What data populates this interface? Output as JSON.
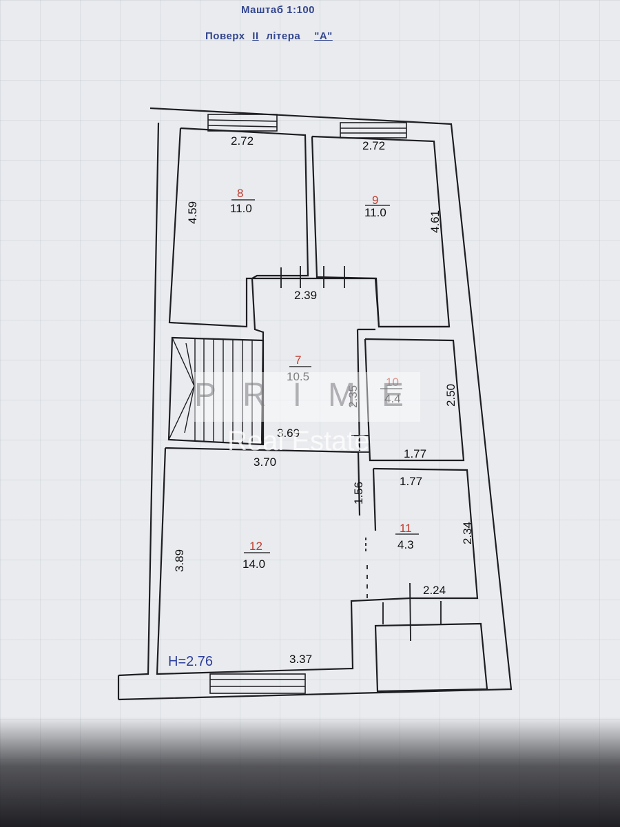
{
  "header": {
    "scale": "Маштаб 1:100",
    "floor_word": "Поверх",
    "floor_value": "II",
    "letter_word": "літера",
    "letter_value": "\"А\""
  },
  "rooms": {
    "r8": {
      "number": "8",
      "area": "11.0"
    },
    "r9": {
      "number": "9",
      "area": "11.0"
    },
    "r7": {
      "number": "7",
      "area": "10.5"
    },
    "r10": {
      "number": "10",
      "area": "4.4"
    },
    "r11": {
      "number": "11",
      "area": "4.3"
    },
    "r12": {
      "number": "12",
      "area": "14.0"
    }
  },
  "dimensions": {
    "r8_top": "2.72",
    "r8_left": "4.59",
    "r9_top": "2.72",
    "r9_right": "4.61",
    "hall_width": "2.39",
    "hall_depth": "2.35",
    "stair_width_a": "3.69",
    "stair_width_b": "3.70",
    "r10_height": "2.50",
    "r10_width": "1.77",
    "r11_width": "1.77",
    "r11_height": "2.34",
    "r11_bottom": "2.24",
    "r12_left": "3.89",
    "r12_bottom": "3.37",
    "corridor": "1.56"
  },
  "ceiling_height": "H=2.76",
  "watermark": {
    "letters": "PRIME",
    "subtitle": "Real Estate"
  }
}
